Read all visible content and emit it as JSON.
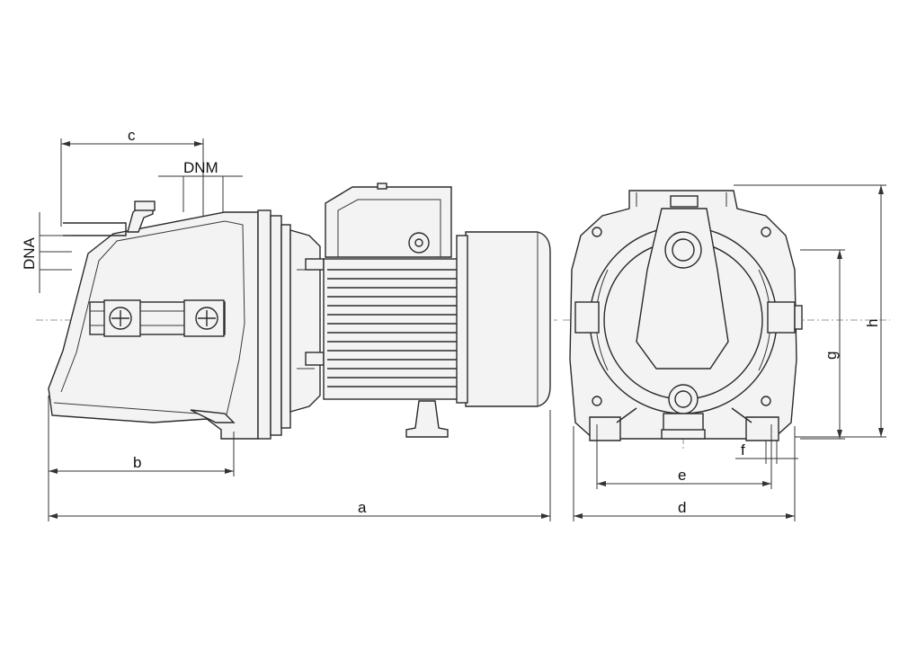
{
  "diagram": {
    "labels": {
      "a": "a",
      "b": "b",
      "c": "c",
      "d": "d",
      "e": "e",
      "f": "f",
      "g": "g",
      "h": "h",
      "dnm": "DNM",
      "dna": "DNA"
    }
  }
}
